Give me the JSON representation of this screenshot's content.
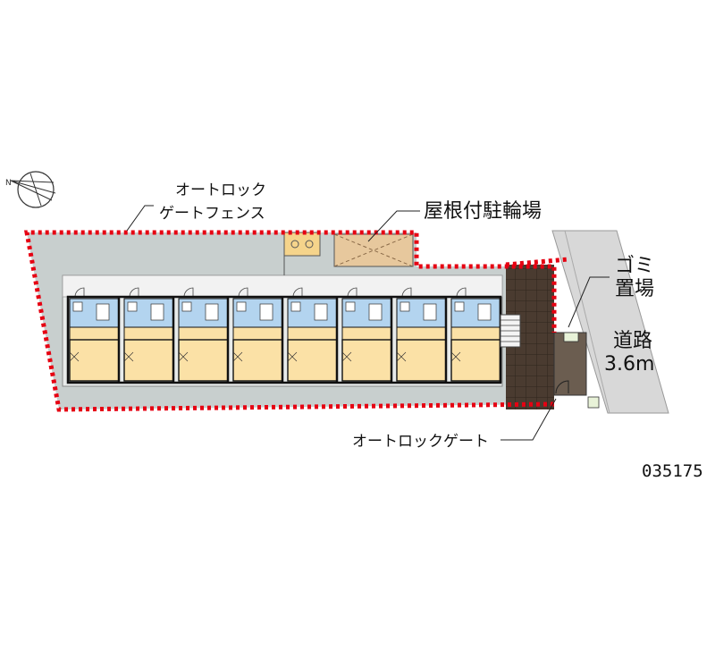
{
  "labels": {
    "autolock_fence_line1": "オートロック",
    "autolock_fence_line2": "ゲートフェンス",
    "bike_shelter": "屋根付駐輪場",
    "garbage_line1": "ゴミ",
    "garbage_line2": "置場",
    "road_line1": "道路",
    "road_line2": "3.6m",
    "autolock_gate": "オートロックゲート",
    "property_code": "035175"
  },
  "colors": {
    "fence_red": "#e60012",
    "site_ground": "#c8cfce",
    "road_gray": "#d8d8d8",
    "apron_brown": "#4a3b30",
    "unit_yellow": "#fbe1a6",
    "unit_blue": "#b3d4ef",
    "wall_black": "#111111"
  },
  "units": [
    {
      "id": 1
    },
    {
      "id": 2
    },
    {
      "id": 3
    },
    {
      "id": 4
    },
    {
      "id": 5
    },
    {
      "id": 6
    },
    {
      "id": 7
    },
    {
      "id": 8
    }
  ]
}
